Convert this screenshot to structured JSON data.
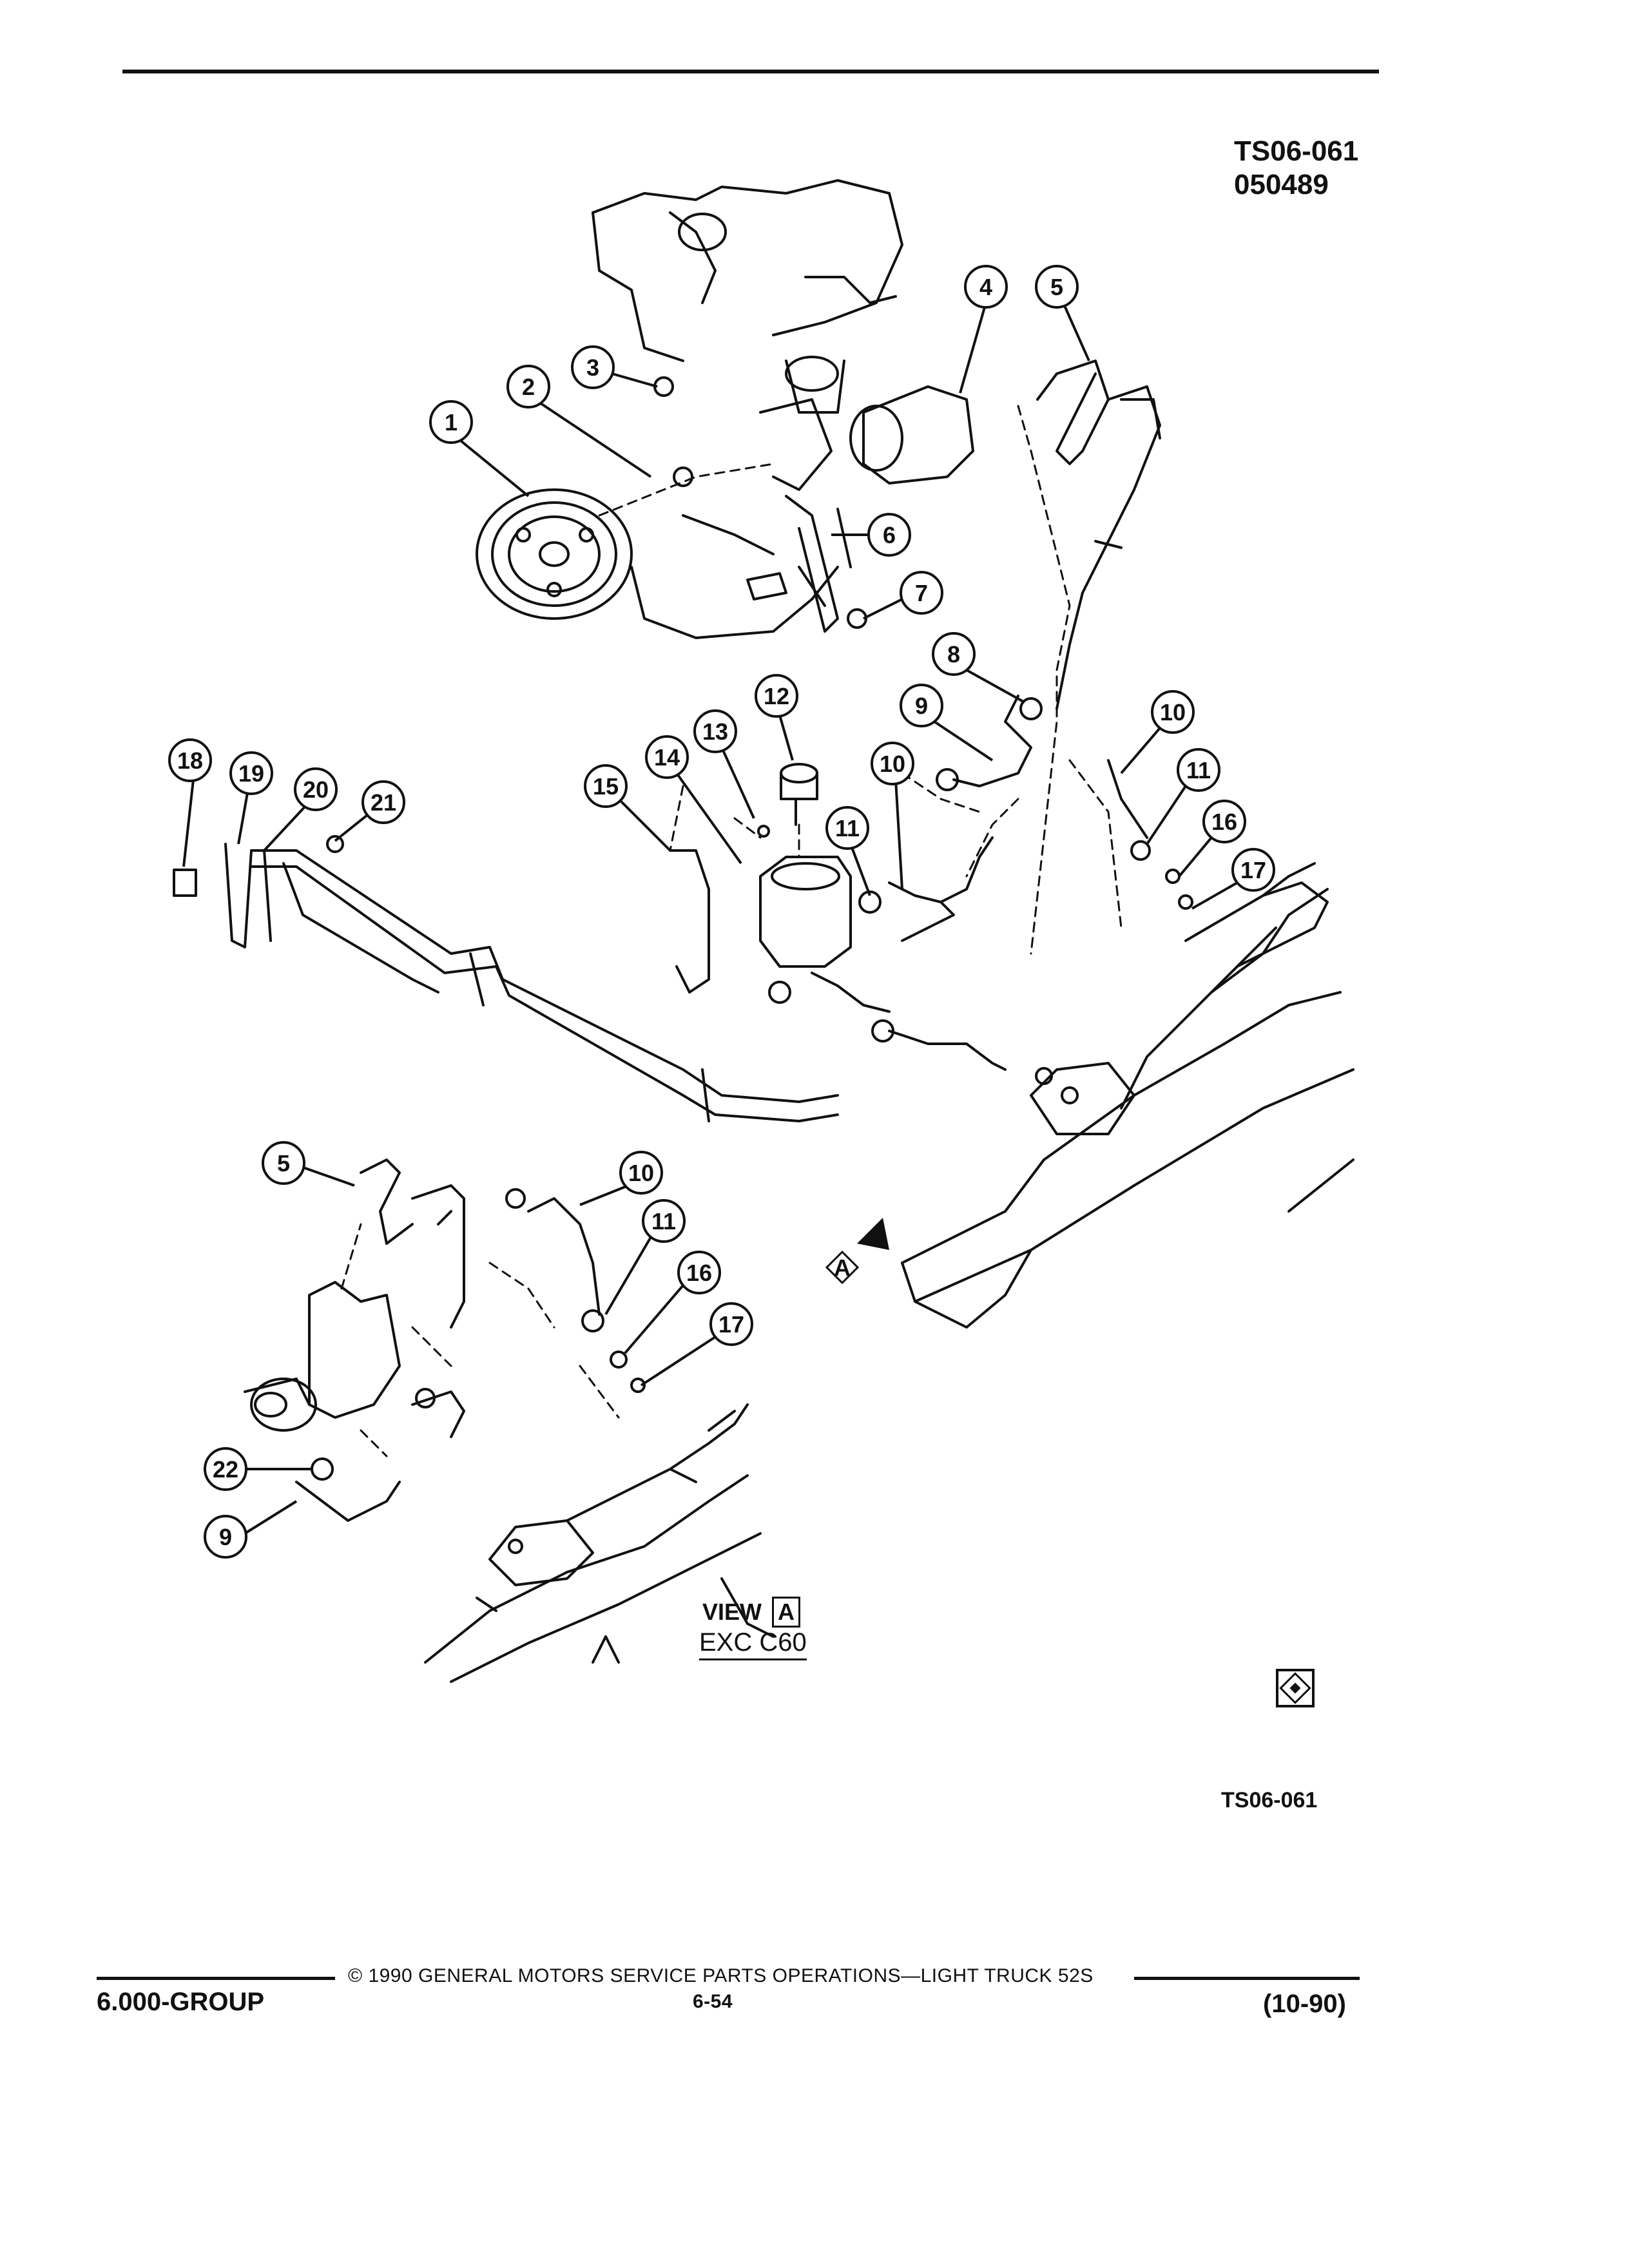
{
  "header": {
    "figure_code": "TS06-061",
    "figure_date": "050489"
  },
  "callouts": [
    "1",
    "2",
    "3",
    "4",
    "5",
    "6",
    "7",
    "8",
    "9",
    "10",
    "11",
    "12",
    "13",
    "14",
    "15",
    "16",
    "17",
    "18",
    "19",
    "20",
    "21",
    "22"
  ],
  "inset": {
    "view_label": "VIEW",
    "view_letter": "A",
    "view_note": "EXC C60",
    "view_arrow_letter": "A"
  },
  "bottom_code": "TS06-061",
  "footer": {
    "group": "6.000-GROUP",
    "copyright": "© 1990 GENERAL MOTORS SERVICE PARTS OPERATIONS—LIGHT TRUCK 52S",
    "page": "6-54",
    "revision": "(10-90)"
  }
}
